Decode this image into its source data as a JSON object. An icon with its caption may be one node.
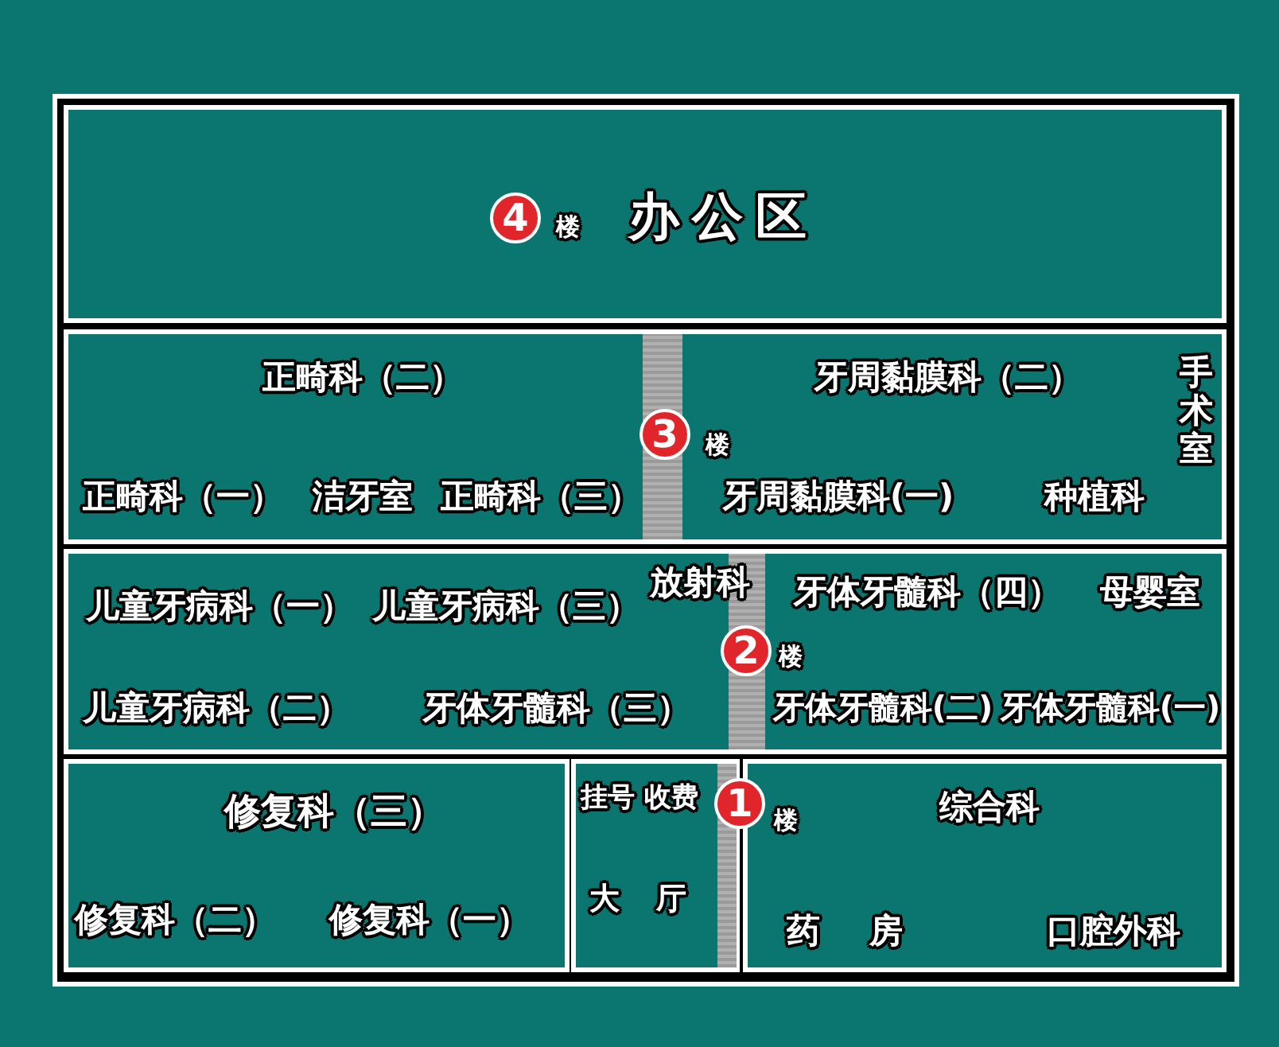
{
  "diagram": {
    "nodes": [
      {
        "text": [
          "办公区"
        ]
      },
      {
        "text": [
          "4"
        ],
        "in": 0,
        "beside": [
          "楼"
        ]
      },
      {
        "text": [
          "正畸科（二）",
          "牙周黏膜科（二）",
          "手术室",
          "正畸科（一）",
          "洁牙室",
          "正畸科（三）",
          "牙周黏膜科(一)",
          "种植科"
        ]
      },
      {
        "text": [
          "3"
        ],
        "in": 2,
        "beside": [
          "楼"
        ]
      },
      {
        "text": [
          "儿童牙病科（一）",
          "儿童牙病科（三）",
          "放射科",
          "牙体牙髓科（四）",
          "母婴室",
          "儿童牙病科（二）",
          "牙体牙髓科（三）",
          "牙体牙髓科(二)",
          "牙体牙髓科(一)"
        ]
      },
      {
        "text": [
          "2"
        ],
        "in": 4,
        "beside": [
          "楼"
        ]
      },
      {
        "text": [
          "修复科（三）",
          "修复科（二）",
          "修复科（一）"
        ]
      },
      {
        "text": [
          "挂号 收费",
          "大 厅"
        ]
      },
      {
        "text": [
          "1"
        ],
        "beside": [
          "楼"
        ]
      },
      {
        "text": [
          "综合科",
          "药 房",
          "口腔外科"
        ]
      },
      {
        "text": [],
        "shape": "bar",
        "in": 2
      },
      {
        "text": [],
        "shape": "bar",
        "in": 4
      },
      {
        "text": [],
        "shape": "bar",
        "in": 7
      }
    ]
  }
}
